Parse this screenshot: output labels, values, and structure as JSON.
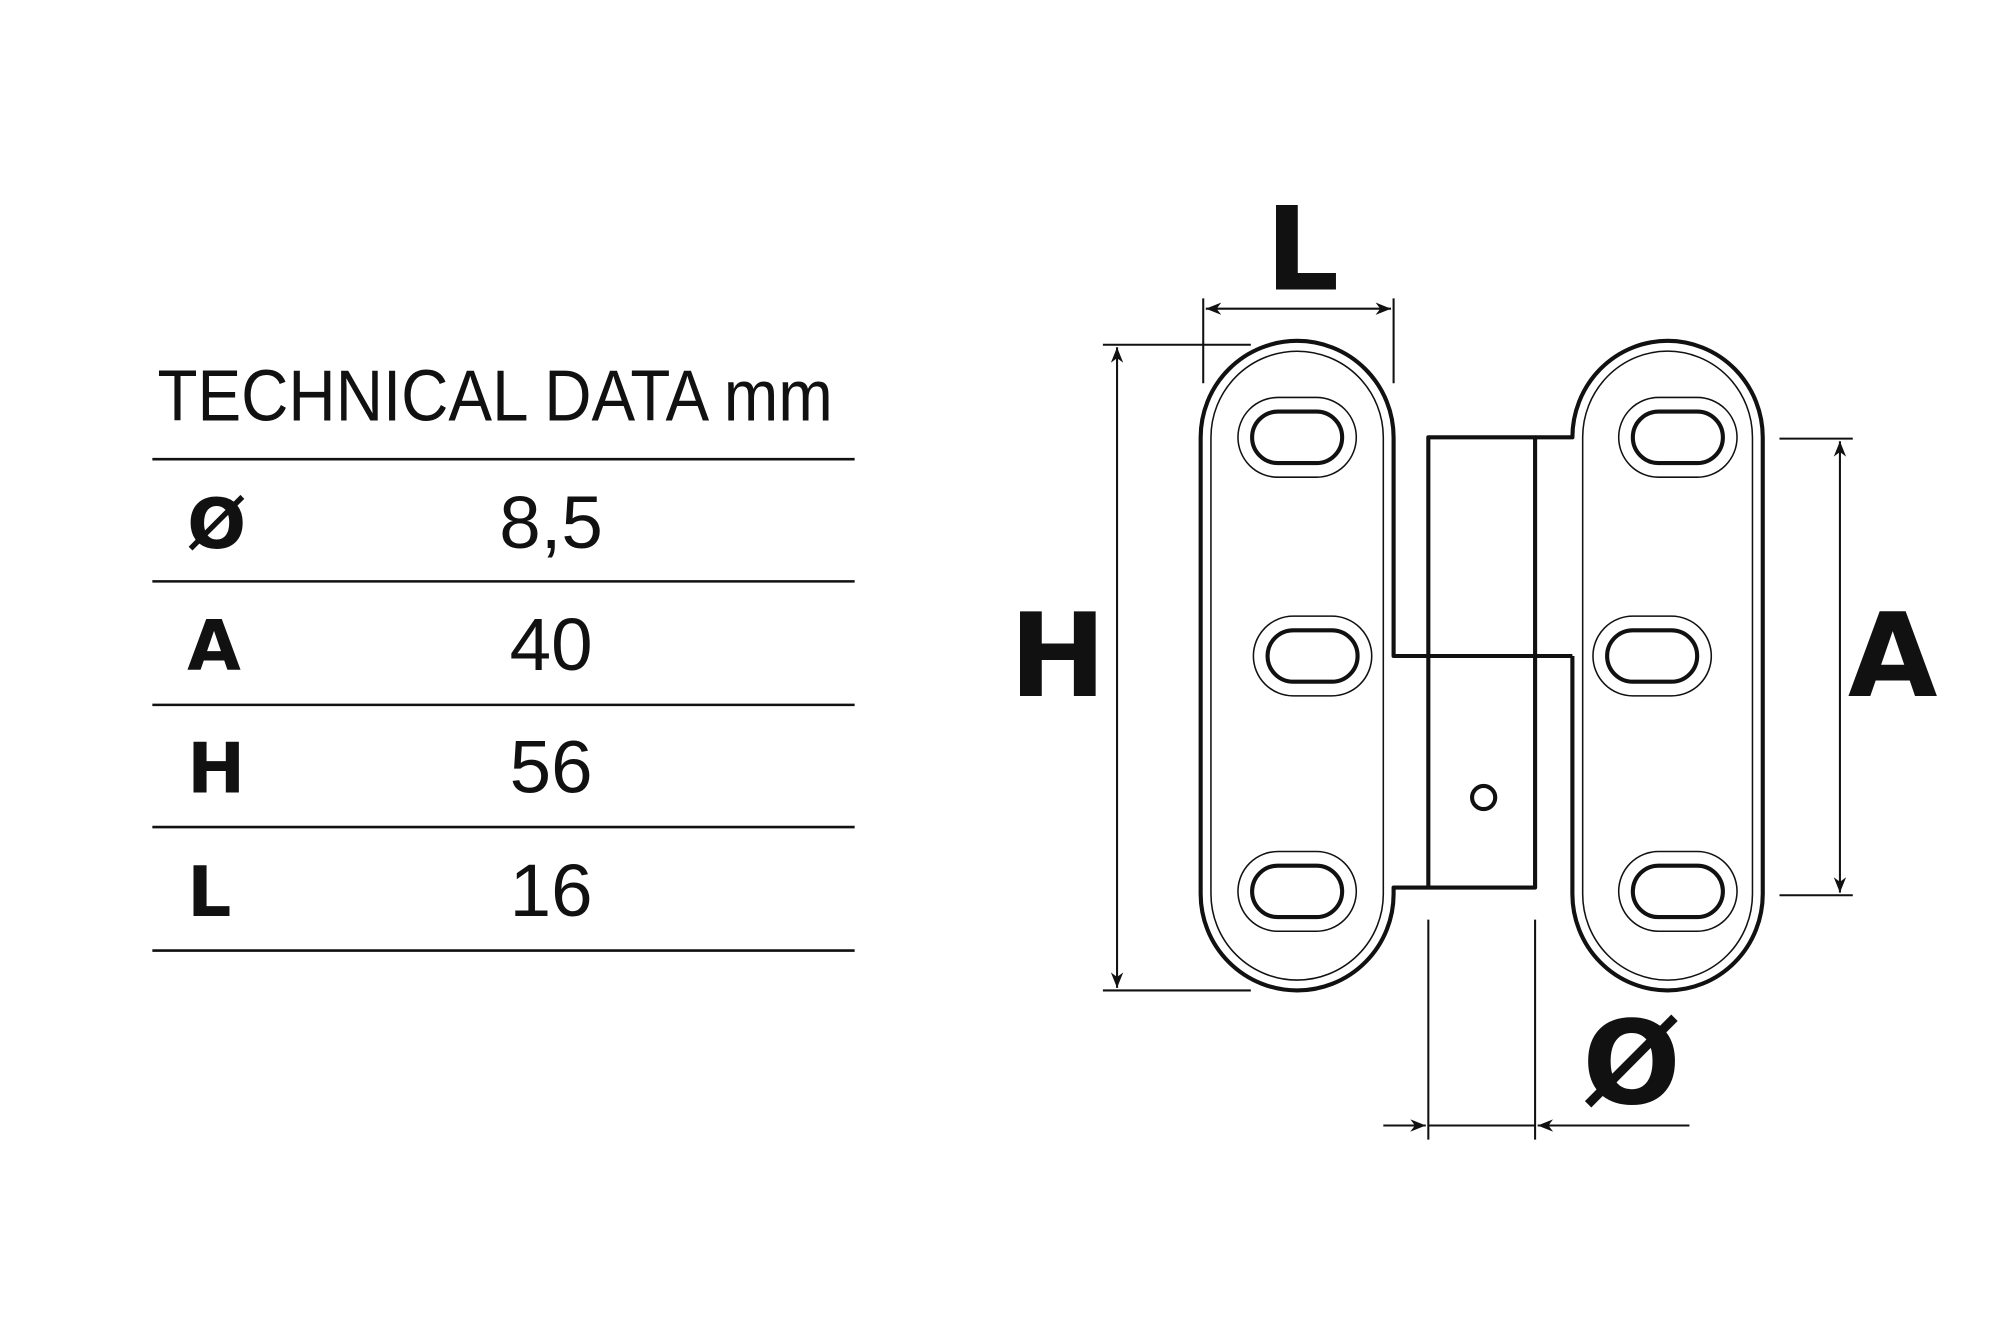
{
  "table": {
    "title": "TECHNICAL DATA mm",
    "rows": [
      {
        "label": "Ø",
        "value": "8,5"
      },
      {
        "label": "A",
        "value": "40"
      },
      {
        "label": "H",
        "value": "56"
      },
      {
        "label": "L",
        "value": "16"
      }
    ]
  },
  "drawing": {
    "dim_L": "L",
    "dim_H": "H",
    "dim_A": "A",
    "dim_diameter": "Ø"
  }
}
